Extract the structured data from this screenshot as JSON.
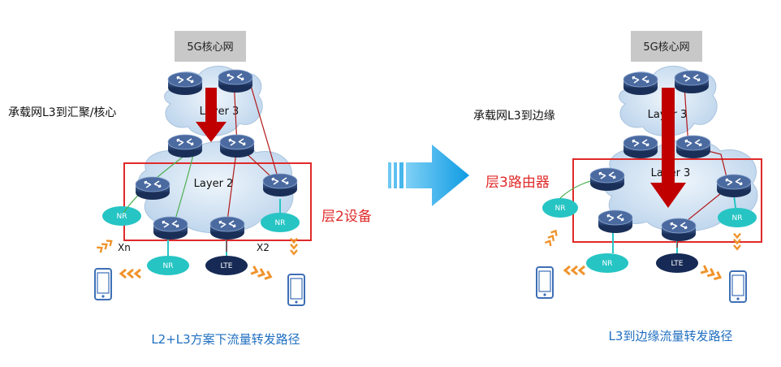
{
  "left": {
    "core_label": "5G核心网",
    "upper_cloud_label": "Layer 3",
    "lower_cloud_label": "Layer 2",
    "side_label": "承载网L3到汇聚/核心",
    "box_label": "层2设备",
    "interface_labels": [
      "Xn",
      "X2"
    ],
    "node_labels": [
      "NR",
      "NR",
      "NR",
      "LTE"
    ],
    "caption": "L2+L3方案下流量转发路径"
  },
  "right": {
    "core_label": "5G核心网",
    "upper_cloud_label": "Layer 3",
    "lower_cloud_label": "Layer 3",
    "side_label": "承载网L3到边缘",
    "box_label": "层3路由器",
    "node_labels": [
      "NR",
      "NR",
      "NR",
      "LTE"
    ],
    "caption": "L3到边缘流量转发路径"
  },
  "colors": {
    "cloud": "#cfe1f2",
    "router": "#2c4a78",
    "nr": "#27c4c4",
    "lte": "#162a55",
    "red": "#e02a2a",
    "arrow_red": "#c00000",
    "wave": "#f0932b",
    "transition_arrow": "#1aa3e8",
    "caption": "#1f6fc0"
  }
}
